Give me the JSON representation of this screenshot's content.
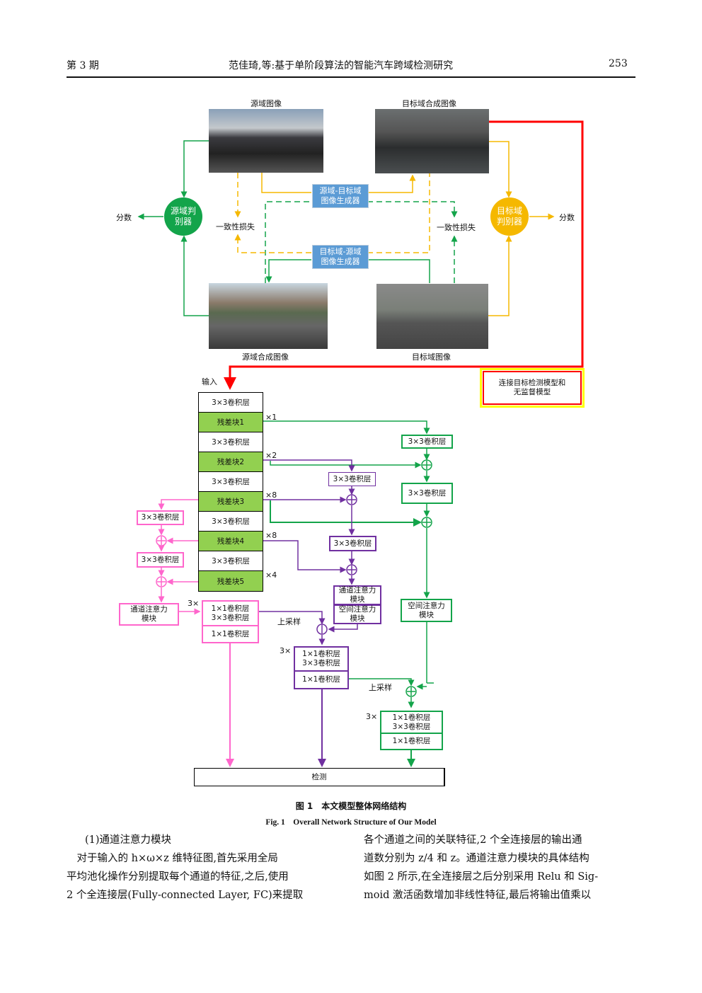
{
  "header": {
    "issue": "第 3 期",
    "title": "范佳琦,等:基于单阶段算法的智能汽车跨域检测研究",
    "page": "253"
  },
  "figure": {
    "top": {
      "source_image_label": "源域图像",
      "target_synth_label": "目标域合成图像",
      "source_synth_label": "源域合成图像",
      "target_image_label": "目标域图像",
      "gen_s2t": "源域-目标域\n图像生成器",
      "gen_t2s": "目标域-源域\n图像生成器",
      "disc_source": "源域判\n别器",
      "disc_target": "目标域\n判别器",
      "score_left": "分数",
      "score_right": "分数",
      "consistency_left": "一致性损失",
      "consistency_right": "一致性损失",
      "connect_box": "连接目标检测模型和\n无监督模型"
    },
    "colors": {
      "green": "#13a44a",
      "yellow": "#f5b800",
      "red": "#ff0000",
      "purple": "#7030a0",
      "pink": "#ff66cc",
      "blue": "#5b9bd5",
      "block_green": "#92d050"
    },
    "bottom": {
      "input_label": "输入",
      "backbone": [
        "3×3卷积层",
        "残差块1",
        "3×3卷积层",
        "残差块2",
        "3×3卷积层",
        "残差块3",
        "3×3卷积层",
        "残差块4",
        "3×3卷积层",
        "残差块5"
      ],
      "repeats": [
        "×1",
        "×2",
        "×8",
        "×8",
        "×4"
      ],
      "pink": {
        "conv1": "3×3卷积层",
        "conv2": "3×3卷积层",
        "cam": "通道注意力\n模块",
        "head_top": "1×1卷积层\n3×3卷积层",
        "head_bottom": "1×1卷积层",
        "repeat": "3×"
      },
      "purple": {
        "conv1": "3×3卷积层",
        "conv2": "3×3卷积层",
        "cam": "通道注意力\n模块",
        "sam": "空间注意力\n模块",
        "upsample": "上采样",
        "head_top": "1×1卷积层\n3×3卷积层",
        "head_bottom": "1×1卷积层",
        "repeat": "3×"
      },
      "green": {
        "conv1": "3×3卷积层",
        "conv2": "3×3卷积层",
        "sam": "空间注意力\n模块",
        "upsample": "上采样",
        "head_top": "1×1卷积层\n3×3卷积层",
        "head_bottom": "1×1卷积层",
        "repeat": "3×"
      },
      "detect": "检测"
    }
  },
  "caption_cn": "图 1　本文模型整体网络结构",
  "caption_en": "Fig. 1　Overall Network Structure of Our Model",
  "left_col": [
    "(1)通道注意力模块",
    "　对于输入的 h×ω×z 维特征图,首先采用全局",
    "平均池化操作分别提取每个通道的特征,之后,使用",
    "2 个全连接层(Fully-connected Layer, FC)来提取"
  ],
  "right_col": [
    "各个通道之间的关联特征,2 个全连接层的输出通",
    "道数分别为 z/4 和 z。通道注意力模块的具体结构",
    "如图 2 所示,在全连接层之后分别采用 Relu 和 Sig-",
    "moid 激活函数增加非线性特征,最后将输出值乘以"
  ]
}
